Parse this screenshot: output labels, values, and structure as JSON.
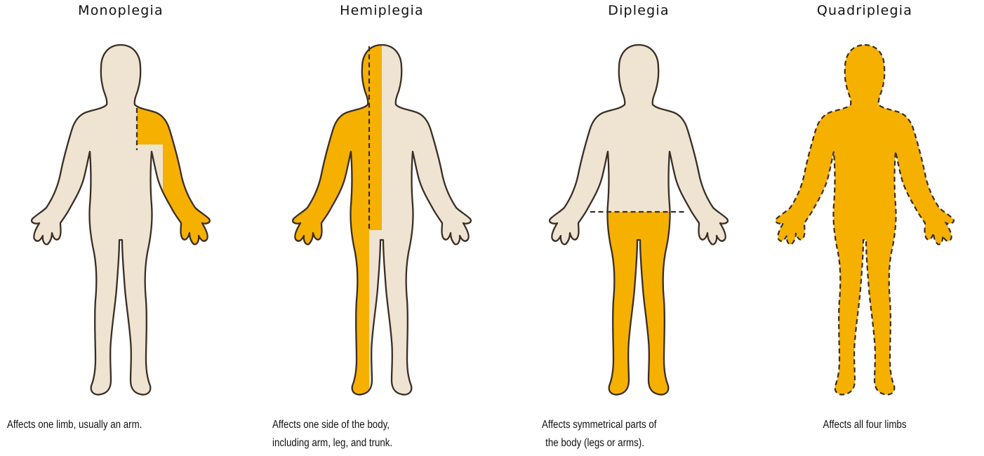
{
  "colors": {
    "skin": "#efe3d1",
    "affected": "#f6b000",
    "outline": "#3a2e26"
  },
  "panels": [
    {
      "title": "Monoplegia",
      "highlight": "one-arm",
      "caption_lines": [
        "Affects one limb, usually an arm."
      ]
    },
    {
      "title": "Hemiplegia",
      "highlight": "one-side",
      "caption_lines": [
        "Affects one side of the body,",
        "including arm, leg, and trunk."
      ]
    },
    {
      "title": "Diplegia",
      "highlight": "both-legs",
      "caption_lines": [
        "Affects symmetrical parts of",
        "the body (legs or arms)."
      ]
    },
    {
      "title": "Quadriplegia",
      "highlight": "whole-body",
      "caption_lines": [
        "Affects all four limbs"
      ]
    }
  ]
}
